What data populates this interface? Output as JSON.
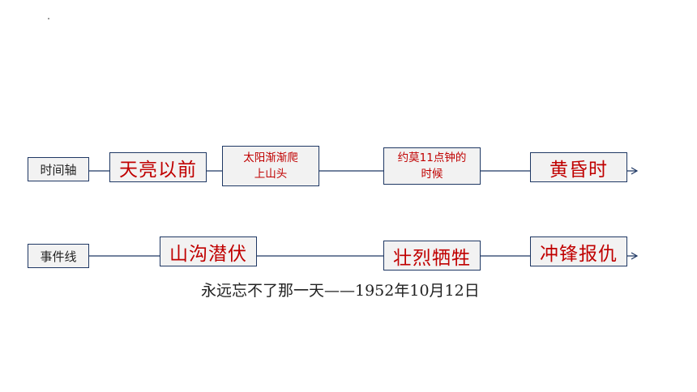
{
  "timeline": {
    "label": "时间轴",
    "nodes": [
      "天亮以前",
      "太阳渐渐爬\n上山头",
      "约莫11点钟的\n时候",
      "黄昏时"
    ]
  },
  "events": {
    "label": "事件线",
    "nodes": [
      "山沟潜伏",
      "壮烈牺牲",
      "冲锋报仇"
    ]
  },
  "caption": "永远忘不了那一天——1952年10月12日",
  "colors": {
    "accent_text": "#c00000",
    "box_border": "#1f3864",
    "box_fill": "#f2f2f2",
    "connector": "#1f3864"
  }
}
